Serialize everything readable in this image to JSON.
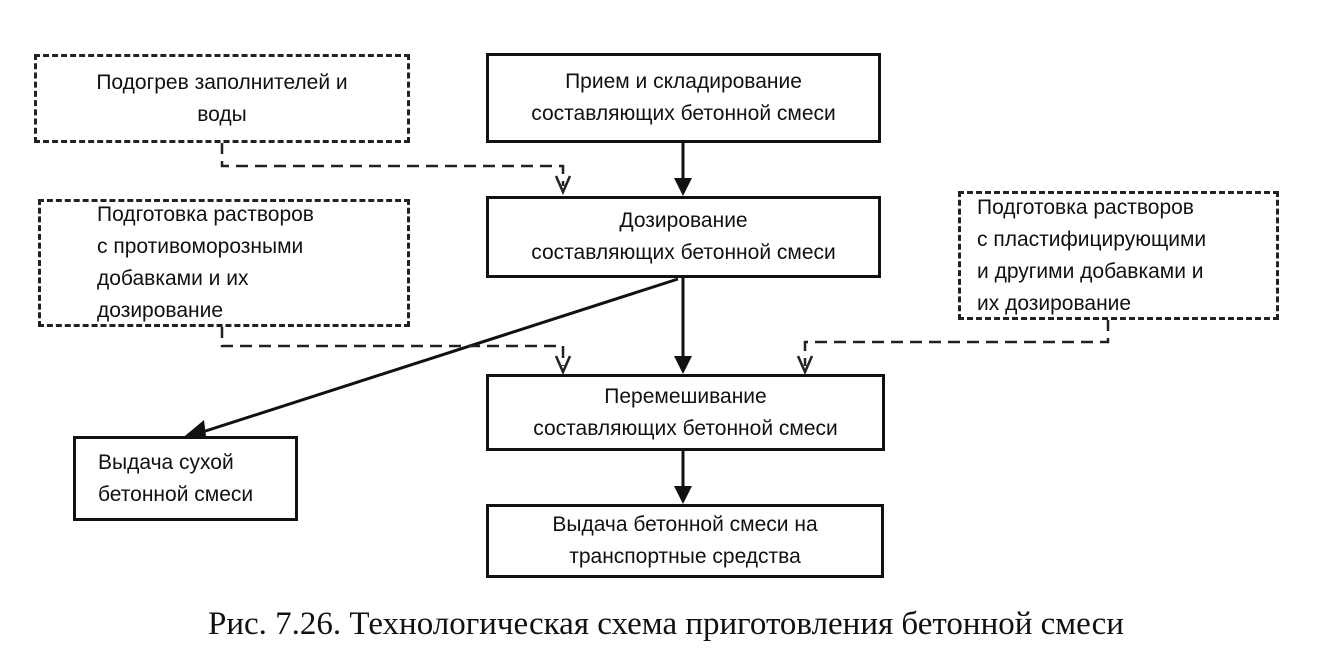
{
  "figure": {
    "boxes": {
      "reception": {
        "lines": [
          "Прием и складирование",
          "составляющих бетонной смеси"
        ]
      },
      "heating": {
        "lines": [
          "Подогрев заполнителей и",
          "воды"
        ]
      },
      "dosing": {
        "lines": [
          "Дозирование",
          "составляющих бетонной смеси"
        ]
      },
      "antifreeze": {
        "lines": [
          "Подготовка растворов",
          "с противоморозными",
          "добавками и их",
          "дозирование"
        ]
      },
      "plasticizer": {
        "lines": [
          "Подготовка растворов",
          "с пластифицирующими",
          "и другими добавками и",
          "их дозирование"
        ]
      },
      "mixing": {
        "lines": [
          "Перемешивание",
          "составляющих бетонной смеси"
        ]
      },
      "dry_output": {
        "lines": [
          "Выдача сухой",
          "бетонной смеси"
        ]
      },
      "transport_output": {
        "lines": [
          "Выдача бетонной смеси на",
          "транспортные средства"
        ]
      }
    },
    "caption": "Рис.  7.26. Технологическая схема приготовления бетонной смеси"
  }
}
